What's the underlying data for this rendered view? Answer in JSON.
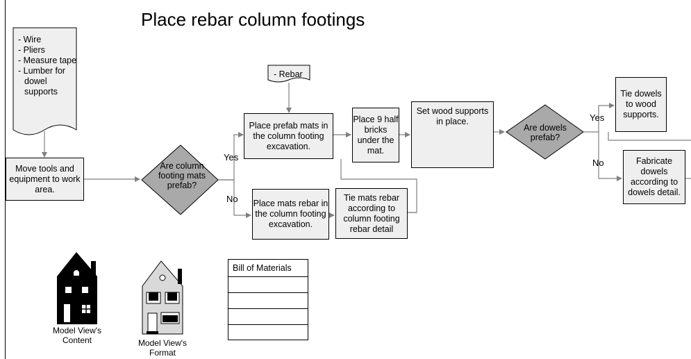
{
  "title": "Place rebar column footings",
  "supplies_doc": {
    "items": [
      "- Wire",
      "- Pliers",
      "- Measure tape",
      "- Lumber for dowel supports"
    ]
  },
  "rebar_doc": {
    "label": "- Rebar"
  },
  "process": {
    "move_tools": "Move tools and equipment to work area.",
    "place_prefab_mats": "Place prefab mats in the column footing excavation.",
    "place_half_bricks": "Place 9 half bricks under the mat.",
    "set_wood_supports": "Set wood supports in place.",
    "place_mats_rebar": "Place mats rebar in the column footing excavation.",
    "tie_mats_rebar": "Tie mats rebar according to column footing rebar detail",
    "tie_dowels": "Tie dowels to wood supports.",
    "fabricate_dowels": "Fabricate dowels according to dowels detail."
  },
  "decisions": {
    "mats_prefab": "Are column footing mats prefab?",
    "dowels_prefab": "Are dowels prefab?"
  },
  "branch_labels": {
    "yes1": "Yes",
    "no1": "No",
    "yes2": "Yes",
    "no2": "No"
  },
  "legend": {
    "content_label": "Model View's Content",
    "format_label": "Model View's Format"
  },
  "bill_of_materials": {
    "title": "Bill of Materials",
    "rows": 4
  },
  "colors": {
    "box_fill": "#efefef",
    "diamond_fill": "#a9a9a9",
    "line": "#808080"
  }
}
